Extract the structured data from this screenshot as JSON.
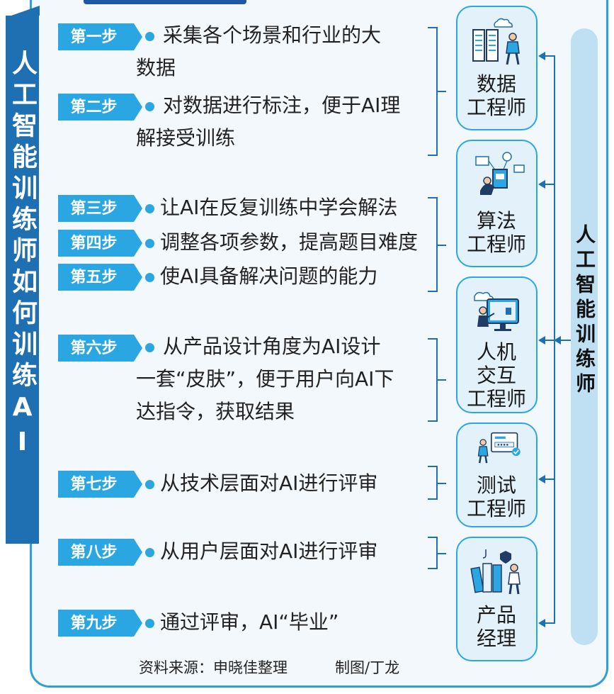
{
  "title": "人工智能训练师如何训练AI",
  "trainer_label": "人工智能训练师",
  "steps": [
    {
      "badge": "第一步",
      "lines": [
        "采集各个场景和行业的大",
        "数据"
      ]
    },
    {
      "badge": "第二步",
      "lines": [
        "对数据进行标注，便于AI理",
        "解接受训练"
      ]
    },
    {
      "badge": "第三步",
      "lines": [
        "让AI在反复训练中学会解法"
      ]
    },
    {
      "badge": "第四步",
      "lines": [
        "调整各项参数，提高题目难度"
      ]
    },
    {
      "badge": "第五步",
      "lines": [
        "使AI具备解决问题的能力"
      ]
    },
    {
      "badge": "第六步",
      "lines": [
        "从产品设计角度为AI设计",
        "一套“皮肤”，便于用户向AI下",
        "达指令，获取结果"
      ]
    },
    {
      "badge": "第七步",
      "lines": [
        "从技术层面对AI进行评审"
      ]
    },
    {
      "badge": "第八步",
      "lines": [
        "从用户层面对AI进行评审"
      ]
    },
    {
      "badge": "第九步",
      "lines": [
        "通过评审，AI“毕业”"
      ]
    }
  ],
  "roles": [
    {
      "label_lines": [
        "数据",
        "工程师"
      ],
      "icon": "data-server-icon"
    },
    {
      "label_lines": [
        "算法",
        "工程师"
      ],
      "icon": "algorithm-icon"
    },
    {
      "label_lines": [
        "人机",
        "交互",
        "工程师"
      ],
      "icon": "hci-screen-icon"
    },
    {
      "label_lines": [
        "测试",
        "工程师"
      ],
      "icon": "test-login-icon"
    },
    {
      "label_lines": [
        "产品",
        "经理"
      ],
      "icon": "product-folders-icon"
    }
  ],
  "footer": {
    "source": "资料来源：申晓佳整理",
    "credit": "制图/丁龙"
  },
  "colors": {
    "accent": "#2aa7e3",
    "dark": "#1f6fb3",
    "panel": "#f3f8fc",
    "role_bg": "#e3f1fa",
    "trainer_bg": "#bfe0f3"
  }
}
